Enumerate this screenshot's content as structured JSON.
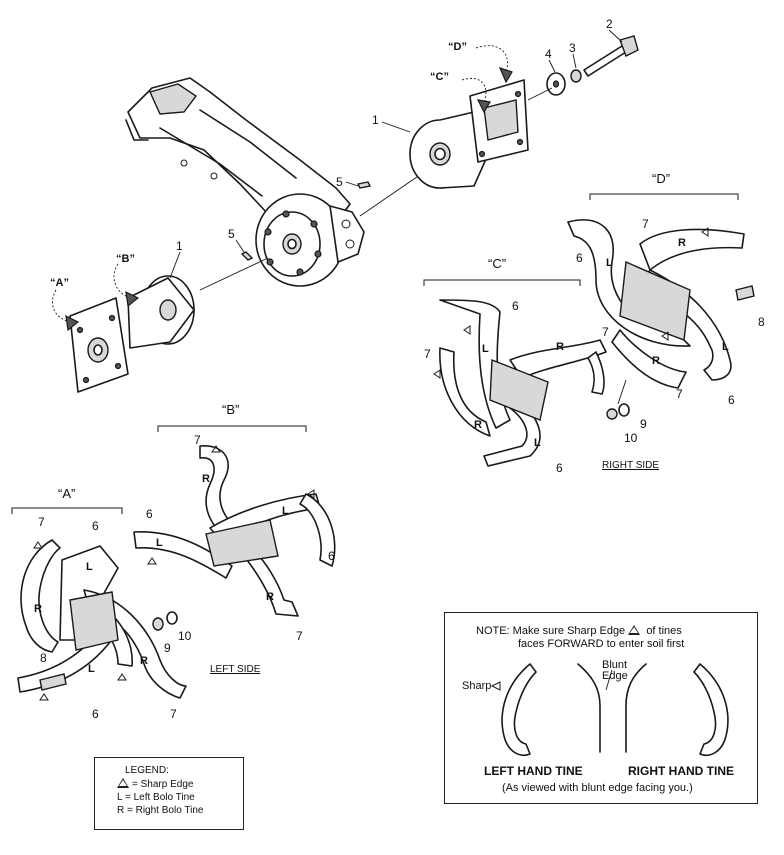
{
  "parts": {
    "n1": "1",
    "n2": "2",
    "n3": "3",
    "n4": "4",
    "n5": "5",
    "n6": "6",
    "n7": "7",
    "n8": "8",
    "n9": "9",
    "n10": "10"
  },
  "groups": {
    "a": "“A”",
    "b": "“B”",
    "c": "“C”",
    "d": "“D”"
  },
  "tine_marks": {
    "left": "L",
    "right": "R"
  },
  "sides": {
    "left": "LEFT SIDE",
    "right": "RIGHT SIDE"
  },
  "note": {
    "line1": "NOTE:  Make sure Sharp Edge",
    "line1b": "of tines",
    "line2": "faces FORWARD to enter soil first",
    "sharp": "Sharp",
    "blunt": "Blunt",
    "edge": "Edge",
    "left_caption": "LEFT HAND TINE",
    "right_caption": "RIGHT HAND TINE",
    "viewed": "(As viewed with blunt edge facing you.)"
  },
  "legend": {
    "title": "LEGEND:",
    "sharp": "= Sharp Edge",
    "left": "L = Left Bolo Tine",
    "right": "R = Right Bolo Tine"
  }
}
